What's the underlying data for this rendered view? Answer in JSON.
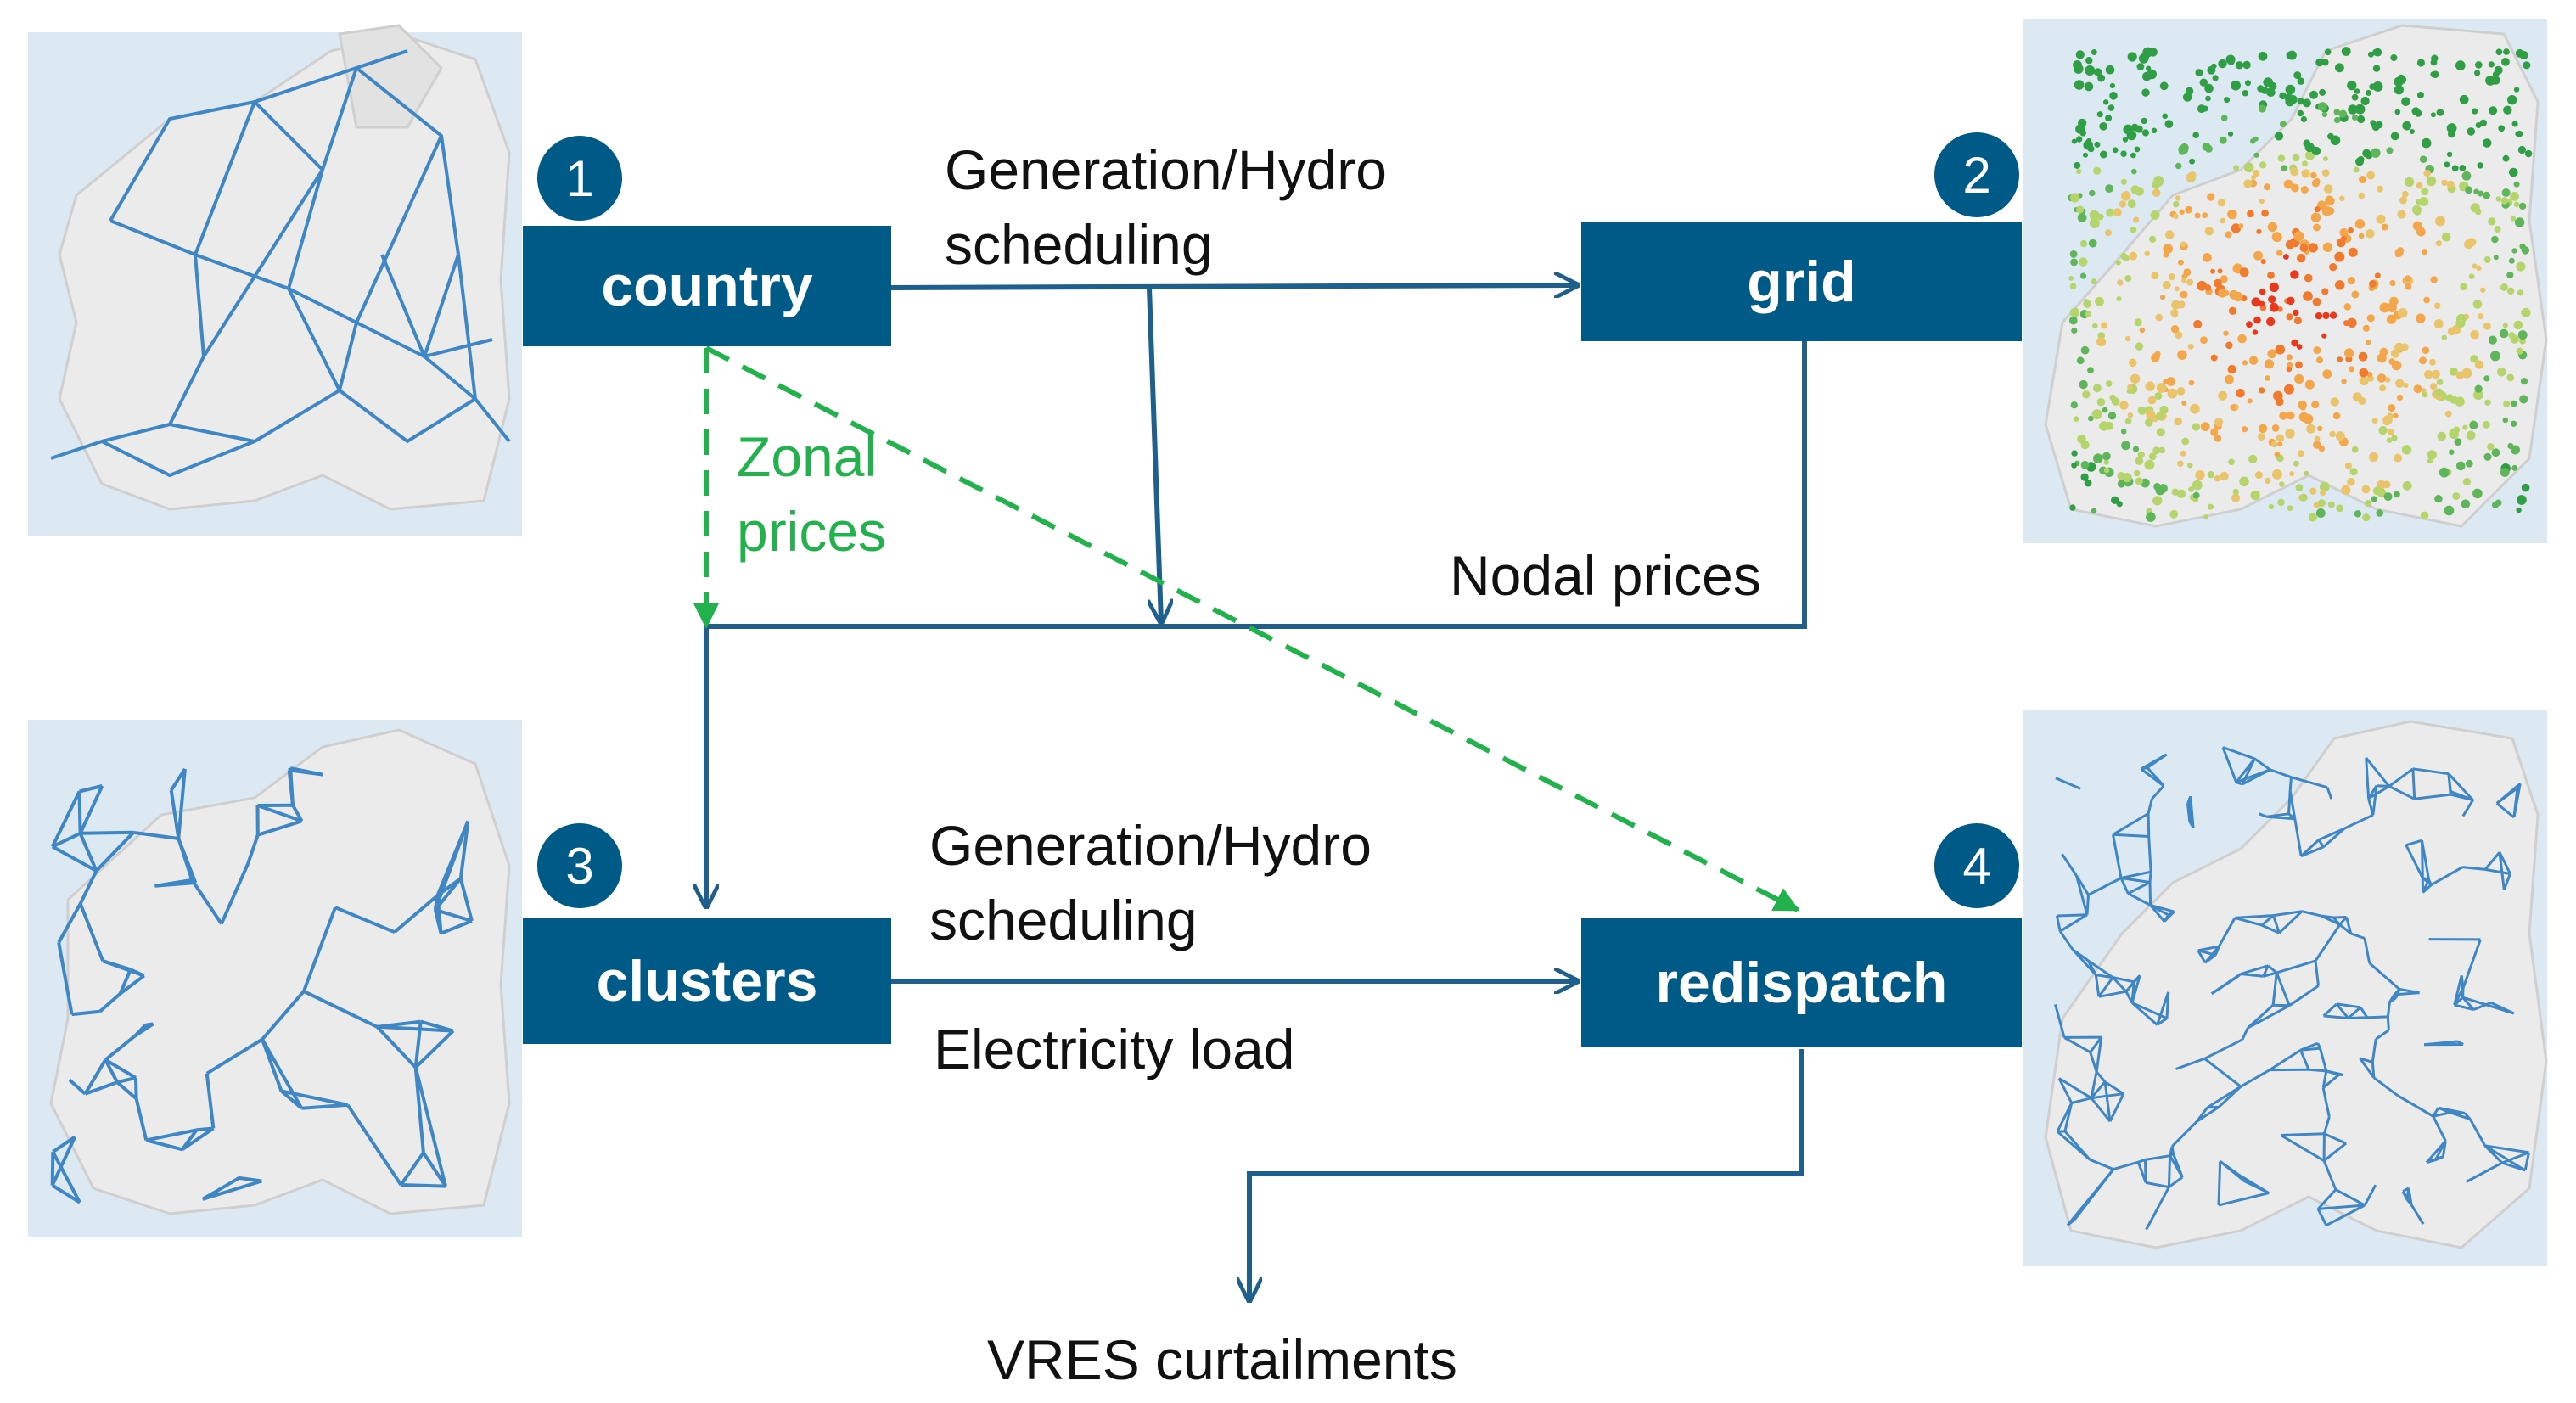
{
  "colors": {
    "box_fill": "#005a87",
    "arrow": "#1f5f8b",
    "dashed_arrow": "#22b14c",
    "map_sea": "#dce9f2",
    "map_land": "#ebebeb",
    "map_lines": "#3f86c4"
  },
  "nodes": {
    "country": {
      "label": "country",
      "number": "1"
    },
    "grid": {
      "label": "grid",
      "number": "2"
    },
    "clusters": {
      "label": "clusters",
      "number": "3"
    },
    "redispatch": {
      "label": "redispatch",
      "number": "4"
    }
  },
  "edges": {
    "country_to_grid": {
      "line1": "Generation/Hydro",
      "line2": "scheduling"
    },
    "clusters_to_redispatch": {
      "line1": "Generation/Hydro",
      "line2": "scheduling",
      "line3": "Electricity load"
    },
    "zonal": {
      "line1": "Zonal",
      "line2": "prices"
    },
    "nodal": "Nodal prices",
    "output": "VRES curtailments"
  },
  "maps": [
    {
      "id": "country",
      "style": "sparse network"
    },
    {
      "id": "grid",
      "style": "nodal price dots"
    },
    {
      "id": "clusters",
      "style": "clustered network"
    },
    {
      "id": "redispatch",
      "style": "dense network"
    }
  ]
}
